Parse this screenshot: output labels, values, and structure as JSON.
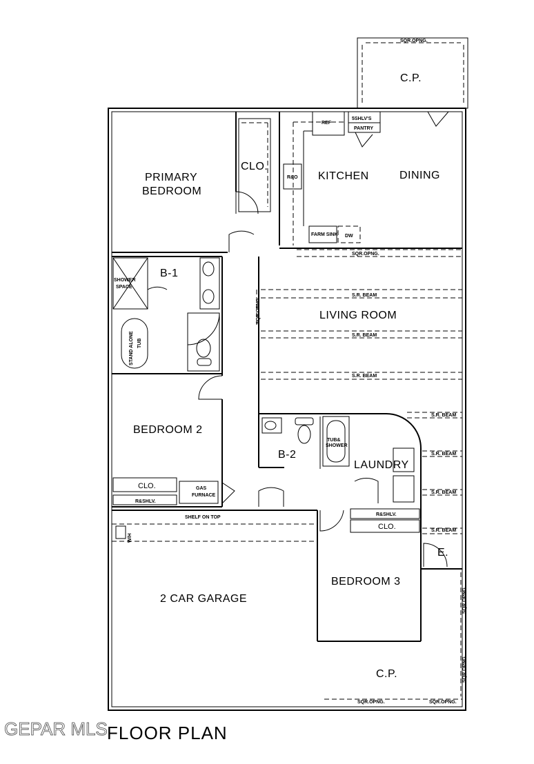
{
  "plan": {
    "title": "FLOOR PLAN",
    "watermark": "GEPAR MLS",
    "rooms": {
      "carport_top": "C.P.",
      "kitchen": "KITCHEN",
      "dining": "DINING",
      "primary_bedroom_1": "PRIMARY",
      "primary_bedroom_2": "BEDROOM",
      "primary_closet": "CLO.",
      "bath1": "B-1",
      "living_room": "LIVING ROOM",
      "bedroom2": "BEDROOM 2",
      "bath2": "B-2",
      "laundry": "LAUNDRY",
      "bedroom3": "BEDROOM 3",
      "garage": "2 CAR GARAGE",
      "carport_bottom": "C.P.",
      "entry": "E."
    },
    "fixtures": {
      "ref": "REF",
      "shelves": "5SHLV'S",
      "pantry": "PANTRY",
      "range": "R&O",
      "farm_sink": "FARM SINK",
      "dw": "DW",
      "shower_1": "SHOWER",
      "shower_2": "SPACE",
      "tub_1": "STAND ALONE",
      "tub_2": "TUB",
      "tub_shower_1": "TUB&",
      "tub_shower_2": "SHOWER",
      "bed2_closet": "CLO.",
      "bed2_rshlv": "R&SHLV.",
      "gas_furnace_1": "GAS",
      "gas_furnace_2": "FURNACE",
      "bed3_rshlv": "R&SHLV.",
      "bed3_closet": "CLO.",
      "shelf_on_top": "SHELF ON TOP",
      "wh": "W/H"
    },
    "notes": {
      "sqr_opng": "SQR.OPNG.",
      "sr_beam": "S.R. BEAM"
    }
  }
}
